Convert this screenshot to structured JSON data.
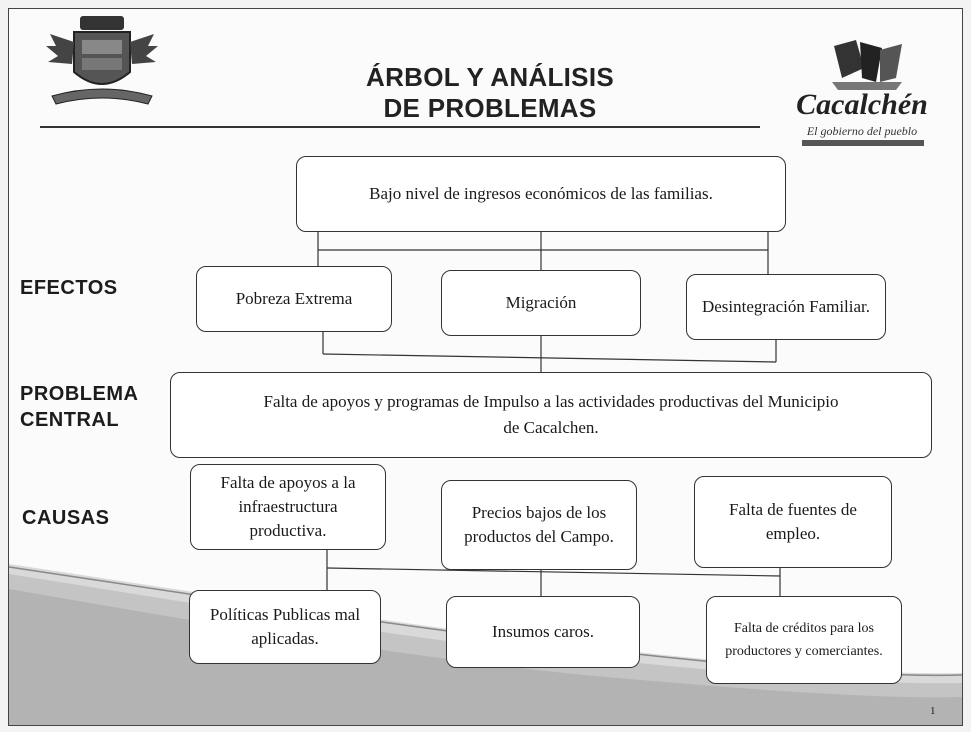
{
  "title": {
    "line1": "ÁRBOL Y ANÁLISIS",
    "line2": "DE PROBLEMAS"
  },
  "logo": {
    "name": "Cacalchén",
    "tagline": "El gobierno del pueblo"
  },
  "sections": {
    "efectos": "EFECTOS",
    "problema_line1": "PROBLEMA",
    "problema_line2": "CENTRAL",
    "causas": "CAUSAS"
  },
  "top_effect": "Bajo nivel de ingresos económicos de las familias.",
  "effects": [
    "Pobreza Extrema",
    "Migración",
    "Desintegración Familiar."
  ],
  "central_problem": {
    "line1": "Falta de apoyos y programas de Impulso a las actividades productivas del Municipio",
    "line2": "de  Cacalchen."
  },
  "causes": [
    "Falta de apoyos a la infraestructura productiva.",
    "Precios bajos de los productos del Campo.",
    "Falta de fuentes de empleo."
  ],
  "root_causes": [
    "Políticas Publicas mal aplicadas.",
    "Insumos caros.",
    "Falta de créditos para los productores y comerciantes."
  ],
  "page_number": "1"
}
